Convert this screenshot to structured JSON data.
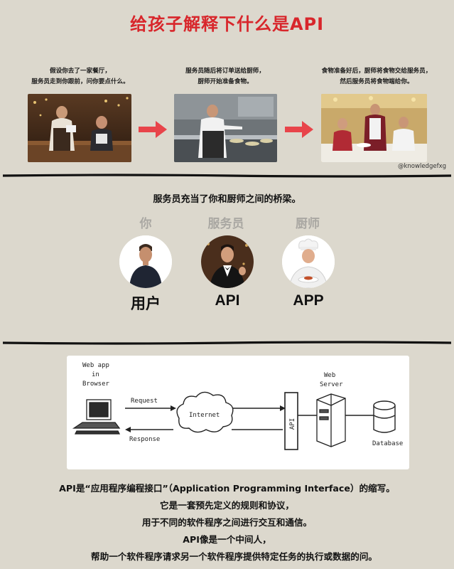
{
  "title": "给孩子解释下什么是API",
  "steps": [
    {
      "caption_l1": "假设你去了一家餐厅，",
      "caption_l2": "服务员走到你跟前，问你要点什么。"
    },
    {
      "caption_l1": "服务员随后将订单送给厨师，",
      "caption_l2": "厨师开始准备食物。"
    },
    {
      "caption_l1": "食物准备好后，厨师将食物交给服务员，",
      "caption_l2": "然后服务员将食物端给你。"
    }
  ],
  "watermark": "@knowledgefxg",
  "bridge_text": "服务员充当了你和厨师之间的桥梁。",
  "roles": [
    {
      "label": "你",
      "term": "用户"
    },
    {
      "label": "服务员",
      "term": "API"
    },
    {
      "label": "厨师",
      "term": "APP"
    }
  ],
  "diagram": {
    "client_l1": "Web app",
    "client_l2": "in",
    "client_l3": "Browser",
    "request": "Request",
    "response": "Response",
    "internet": "Internet",
    "api": "API",
    "server_l1": "Web",
    "server_l2": "Server",
    "database": "Database"
  },
  "description": [
    "API是“应用程序编程接口”（Application Programming Interface）的缩写。",
    "它是一套预先定义的规则和协议，",
    "用于不同的软件程序之间进行交互和通信。",
    "API像是一个中间人，",
    "帮助一个软件程序请求另一个软件程序提供特定任务的执行或数据的问。"
  ],
  "colors": {
    "accent": "#d8262b",
    "arrow": "#e8444a",
    "background": "#dcd8cd"
  }
}
